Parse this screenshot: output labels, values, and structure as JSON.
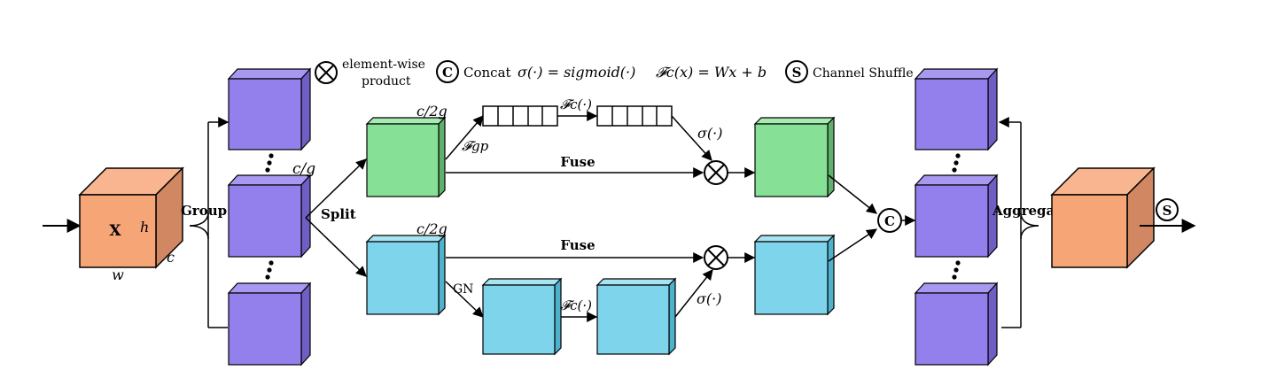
{
  "legend": {
    "product_text_line1": "element-wise",
    "product_text_line2": "product",
    "concat_symbol": "C",
    "concat_text": "Concat",
    "sigma_def": "σ(·) = sigmoid(·)",
    "fc_def": "𝓕c(x) = Wx + b",
    "shuffle_symbol": "S",
    "shuffle_text": "Channel Shuffle"
  },
  "input": {
    "name": "X",
    "h": "h",
    "w": "w",
    "c": "c"
  },
  "labels": {
    "group": "Group",
    "split": "Split",
    "aggregate": "Aggregate",
    "cg": "c/g",
    "c2g_top": "c/2g",
    "c2g_bottom": "c/2g",
    "fgp": "𝓕gp",
    "fc_top": "𝓕c(·)",
    "fc_bottom": "𝓕c(·)",
    "sigma_top": "σ(·)",
    "sigma_bottom": "σ(·)",
    "fuse_top": "Fuse",
    "fuse_bottom": "Fuse",
    "gn": "GN",
    "dots": "⋮"
  },
  "colors": {
    "input_cube": "#f6a577",
    "group_cube": "#9480ec",
    "channel_branch": "#86e196",
    "spatial_branch": "#7dd4eb"
  }
}
